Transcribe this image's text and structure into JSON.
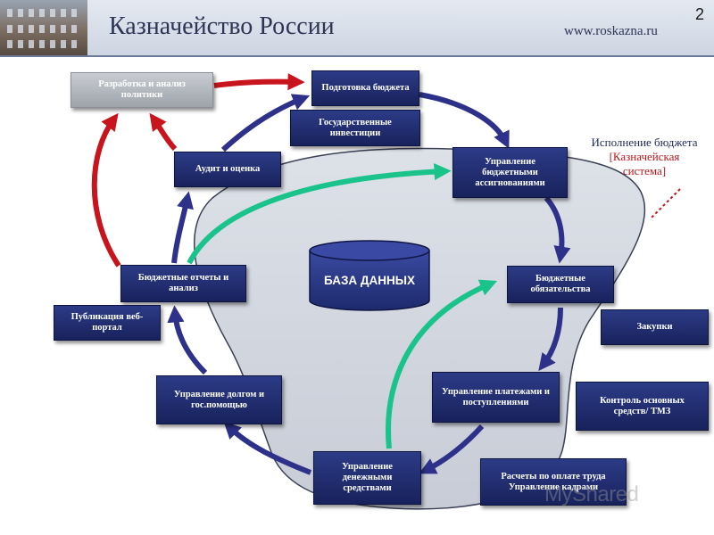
{
  "header": {
    "title": "Казначейство России",
    "url": "www.roskazna.ru",
    "page_number": "2"
  },
  "diagram": {
    "nodes": {
      "policy": "Разработка и анализ политики",
      "budget_prep": "Подготовка бюджета",
      "gov_invest": "Государственные инвестиции",
      "allocations": "Управление бюджетными ассигнованиями",
      "audit": "Аудит и оценка",
      "reports": "Бюджетные отчеты и анализ",
      "publication": "Публикация веб-портал",
      "commitments": "Бюджетные обязательства",
      "procurement": "Закупки",
      "payments": "Управление платежами и поступлениями",
      "fixed_assets": "Контроль основных средств/ ТМЗ",
      "debt": "Управление долгом и гос.помощью",
      "cash": "Управление денежными средствами",
      "payroll": "Расчеты по оплате труда Управление кадрами"
    },
    "database_label": "БАЗА ДАННЫХ",
    "execution_label": {
      "line1": "Исполнение бюджета",
      "line2": "[Казначейская",
      "line3": "система]"
    },
    "colors": {
      "box": "#1f2a6e",
      "policy_box": "#b5b9c0",
      "arrow_blue": "#2e318a",
      "arrow_red": "#c8141c",
      "arrow_green": "#19c38a",
      "blob": "#d2d7e0"
    }
  },
  "watermark": "MyShared"
}
